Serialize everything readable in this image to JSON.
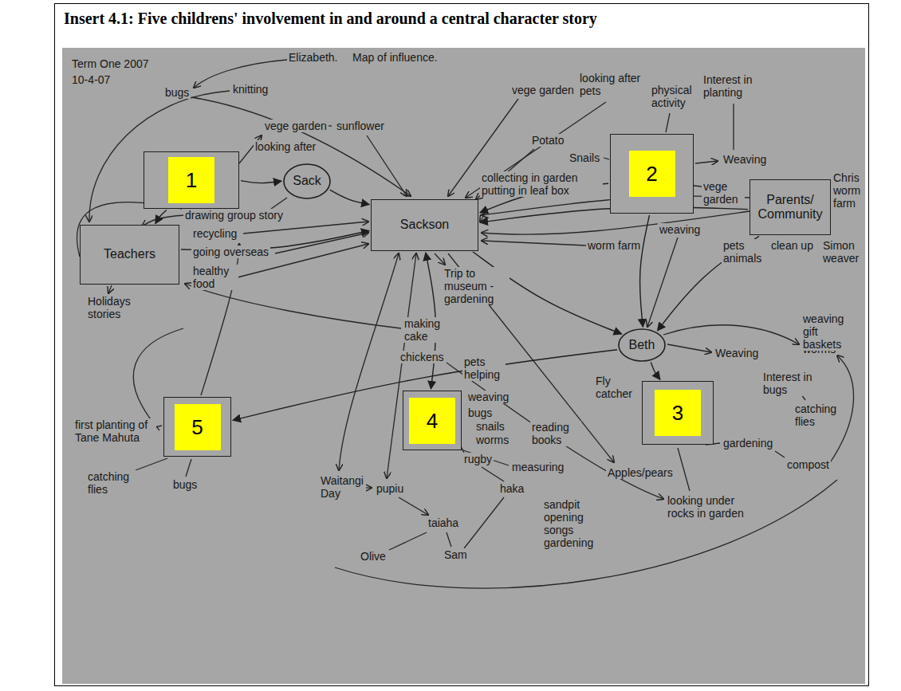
{
  "diagram": {
    "title": "Insert 4.1: Five childrens' involvement in and around a central character story",
    "nodes": [
      {
        "text": [
          "1"
        ]
      },
      {
        "text": [
          "Sack"
        ]
      },
      {
        "text": [
          "2"
        ]
      },
      {
        "text": [
          "Parents/ Community"
        ]
      },
      {
        "text": [
          "Teachers"
        ]
      },
      {
        "text": [
          "Sackson"
        ]
      },
      {
        "text": [
          "Beth"
        ]
      },
      {
        "text": [
          "5"
        ]
      },
      {
        "text": [
          "4"
        ]
      },
      {
        "text": [
          "3"
        ]
      }
    ],
    "edges": [
      {
        "from": 0,
        "to": 1,
        "arrow": "to"
      },
      {
        "from": 1,
        "to": 5,
        "arrow": "to"
      },
      {
        "from": 2,
        "to": 5,
        "arrow": "to"
      },
      {
        "from": 3,
        "to": 5,
        "arrow": "to"
      },
      {
        "from": 4,
        "to": 5,
        "arrow": "to"
      },
      {
        "from": 5,
        "to": 6,
        "arrow": "to"
      },
      {
        "from": 6,
        "to": 9,
        "arrow": "to"
      },
      {
        "from": 8,
        "to": 5,
        "arrow": "both"
      },
      {
        "from": 2,
        "to": 6,
        "arrow": "to"
      },
      {
        "from": 3,
        "to": 6,
        "arrow": "to"
      },
      {
        "from": 6,
        "to": 7,
        "arrow": "to"
      },
      {
        "from": 0,
        "to": 4,
        "arrow": "to"
      }
    ],
    "labels": [
      "Term One 2007",
      "10-4-07",
      "Elizabeth.",
      "Map of influence.",
      "bugs",
      "knitting",
      "vege garden",
      "sunflower",
      "looking after",
      "vege garden",
      "looking after pets",
      "physical activity",
      "Interest in planting",
      "Potato",
      "Snails",
      "Weaving",
      "collecting in garden putting in leaf box",
      "drawing group story",
      "Chris worm farm",
      "vege garden",
      "weaving",
      "Simon weaver",
      "clean up",
      "pets animals",
      "worm farm",
      "recycling",
      "going overseas",
      "healthy food",
      "Holidays stories",
      "Trip to museum - gardening",
      "making cake",
      "chickens",
      "pets helping",
      "weaving",
      "bugs",
      "snails",
      "worms",
      "reading books",
      "Fly catcher",
      "Weaving",
      "worms",
      "weaving gift baskets",
      "Interest in bugs",
      "catching flies",
      "gardening",
      "compost",
      "Apples/pears",
      "looking under rocks in garden",
      "first planting of Tane Mahuta",
      "catching flies",
      "bugs",
      "Waitangi Day",
      "pupiu",
      "rugby",
      "measuring",
      "haka",
      "sandpit opening songs gardening",
      "taiaha",
      "Olive",
      "Sam"
    ]
  }
}
